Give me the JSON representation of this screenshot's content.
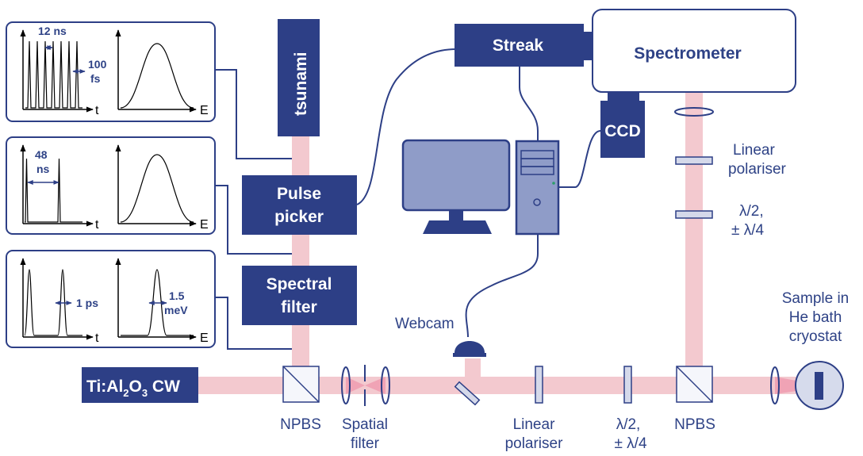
{
  "colors": {
    "navy": "#2d3f86",
    "beam": "#f3c9cf",
    "line": "#2d3f86",
    "monitor": "#8f9cc8",
    "sample": "#d6dbec"
  },
  "components": {
    "tsunami": "tsunami",
    "streak": "Streak",
    "spectrometer": "Spectrometer",
    "ccd": "CCD",
    "pulse_picker": [
      "Pulse",
      "picker"
    ],
    "spectral_filter": [
      "Spectral",
      "filter"
    ],
    "source": {
      "main": "Ti:Al",
      "sub1": "2",
      "mid": "O",
      "sub2": "3",
      "tail": " CW"
    }
  },
  "labels": {
    "npbs_left": "NPBS",
    "spatial_filter": [
      "Spatial",
      "filter"
    ],
    "linear_polariser_bottom": [
      "Linear",
      "polariser"
    ],
    "waveplate_bottom": [
      "λ/2,",
      "± λ/4"
    ],
    "npbs_right": "NPBS",
    "webcam": "Webcam",
    "sample": [
      "Sample in",
      "He bath",
      "cryostat"
    ],
    "linear_polariser_right": [
      "Linear",
      "polariser"
    ],
    "waveplate_right": [
      "λ/2,",
      "± λ/4"
    ]
  },
  "panels": {
    "panel1": {
      "period": "12 ns",
      "width": [
        "100",
        "fs"
      ],
      "time_axis": "t",
      "energy_axis": "E"
    },
    "panel2": {
      "period": [
        "48",
        "ns"
      ],
      "time_axis": "t",
      "energy_axis": "E"
    },
    "panel3": {
      "width": "1 ps",
      "linewidth": [
        "1.5",
        "meV"
      ],
      "time_axis": "t",
      "energy_axis": "E"
    }
  }
}
